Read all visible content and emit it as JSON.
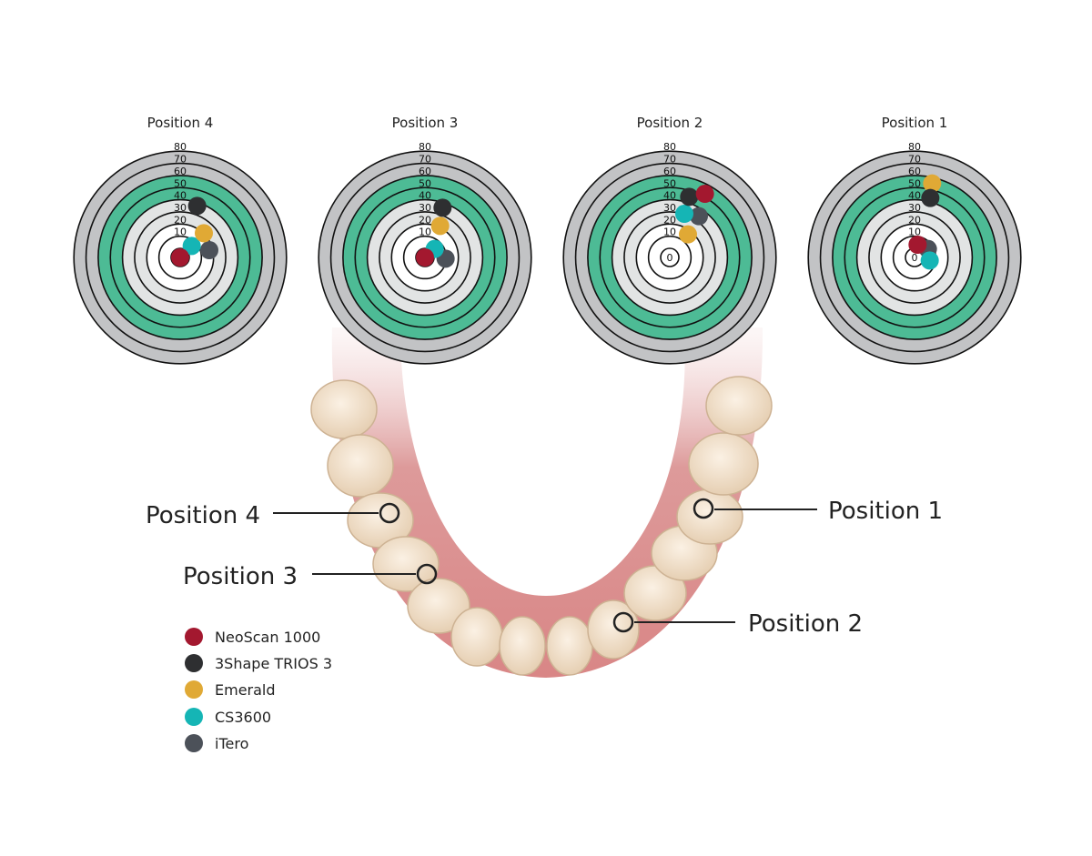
{
  "colors": {
    "ring_outer": "#c2c3c5",
    "ring_green": "#4dbb95",
    "ring_light": "#e2e4e4",
    "ring_center": "#ffffff",
    "gum": "#d98a8a",
    "tooth": "#efdcc4"
  },
  "scale_labels": [
    "0",
    "10",
    "20",
    "30",
    "40",
    "50",
    "60",
    "70",
    "80"
  ],
  "scanners": [
    {
      "name": "NeoScan 1000",
      "color": "#a3182f"
    },
    {
      "name": "3Shape TRIOS 3",
      "color": "#2e2f31"
    },
    {
      "name": "Emerald",
      "color": "#e0a935"
    },
    {
      "name": "CS3600",
      "color": "#15b5b5"
    },
    {
      "name": "iTero",
      "color": "#4c5159"
    }
  ],
  "targets": [
    {
      "title": "Position 4",
      "show_zero": false,
      "points": [
        [
          0,
          0
        ],
        [
          14,
          42.5
        ],
        [
          19.5,
          20
        ],
        [
          9.5,
          9.5
        ],
        [
          24,
          6
        ]
      ]
    },
    {
      "title": "Position 3",
      "show_zero": false,
      "points": [
        [
          0,
          0
        ],
        [
          14.5,
          41
        ],
        [
          12.5,
          26
        ],
        [
          8,
          7
        ],
        [
          17,
          -1
        ]
      ]
    },
    {
      "title": "Position 2",
      "show_zero": true,
      "points": [
        [
          29,
          52.5
        ],
        [
          16,
          50
        ],
        [
          15,
          19
        ],
        [
          12,
          36
        ],
        [
          24,
          34
        ]
      ]
    },
    {
      "title": "Position 1",
      "show_zero": true,
      "points": [
        [
          2.5,
          10.5
        ],
        [
          13,
          49
        ],
        [
          14.5,
          61
        ],
        [
          12.5,
          -2.5
        ],
        [
          11,
          7
        ]
      ]
    }
  ],
  "callouts": [
    "Position 1",
    "Position 2",
    "Position 3",
    "Position 4"
  ]
}
